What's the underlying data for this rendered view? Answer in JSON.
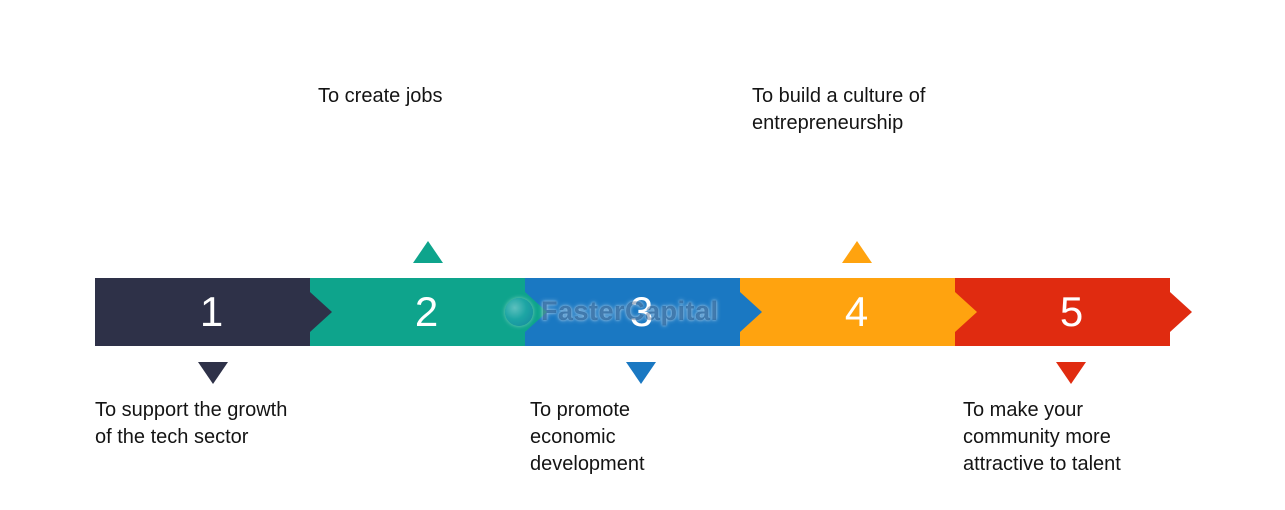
{
  "watermark": {
    "text": "FasterCapital"
  },
  "steps": [
    {
      "number": "1",
      "color": "#2e3148",
      "label": "To support the growth of the tech sector",
      "label_position": "below"
    },
    {
      "number": "2",
      "color": "#0ea48c",
      "label": "To create jobs",
      "label_position": "above"
    },
    {
      "number": "3",
      "color": "#1a78c2",
      "label": "To promote economic development",
      "label_position": "below"
    },
    {
      "number": "4",
      "color": "#ffa30f",
      "label": "To build a culture of entrepreneurship",
      "label_position": "above"
    },
    {
      "number": "5",
      "color": "#e02b10",
      "label": "To make your community more attractive to talent",
      "label_position": "below"
    }
  ]
}
